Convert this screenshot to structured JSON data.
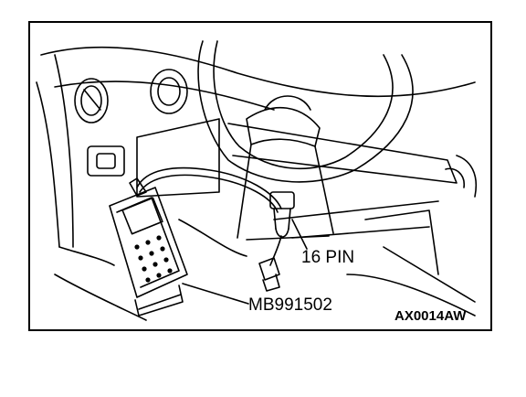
{
  "labels": {
    "connector": "16 PIN",
    "tool_part_number": "MB991502",
    "figure_code": "AX0014AW"
  },
  "icons": {
    "scan_tool": "hand-held-scan-tool-icon",
    "diagnosis_connector": "diagnosis-connector-icon",
    "steering_wheel": "steering-wheel-icon"
  },
  "colors": {
    "ink": "#000000",
    "paper": "#ffffff"
  }
}
